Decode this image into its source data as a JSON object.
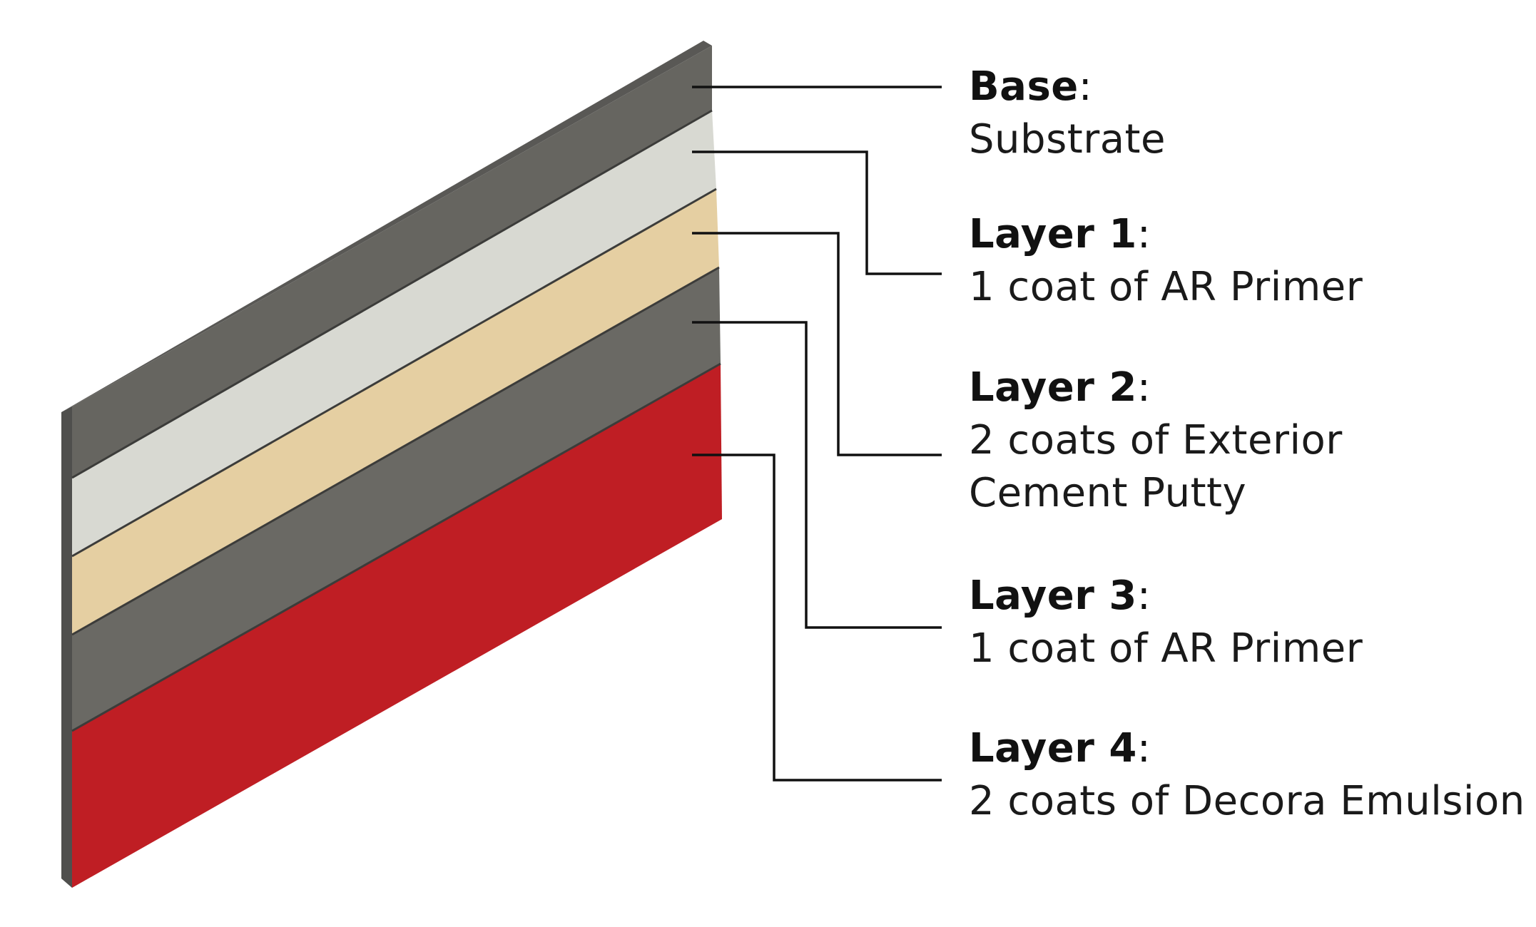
{
  "layers": [
    {
      "key": "base",
      "title": "Base",
      "description": [
        "Substrate"
      ],
      "color": "#666560"
    },
    {
      "key": "layer1",
      "title": "Layer 1",
      "description": [
        "1 coat of AR Primer"
      ],
      "color": "#d8d9d2"
    },
    {
      "key": "layer2",
      "title": "Layer 2",
      "description": [
        "2 coats of Exterior",
        "Cement Putty"
      ],
      "color": "#e5cfa2"
    },
    {
      "key": "layer3",
      "title": "Layer 3",
      "description": [
        "1 coat of AR Primer"
      ],
      "color": "#6a6964"
    },
    {
      "key": "layer4",
      "title": "Layer 4",
      "description": [
        "2 coats of Decora Emulsion"
      ],
      "color": "#bf1e24"
    }
  ],
  "colors": {
    "panel_edge": "#4f4f4d",
    "leader_line": "#111111"
  }
}
